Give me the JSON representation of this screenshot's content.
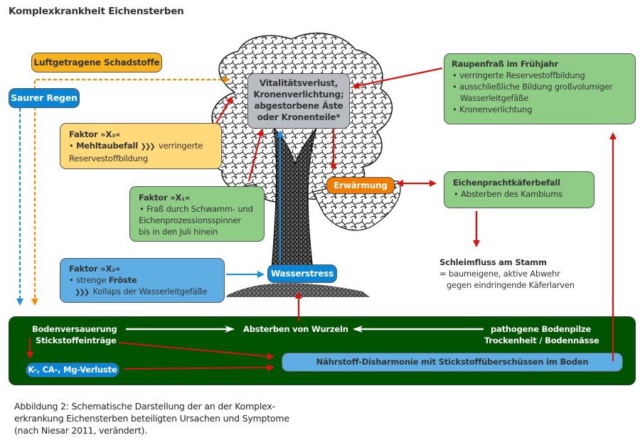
{
  "title": "Komplexkrankheit Eichensterben",
  "colors": {
    "orange_box": "#F7B21C",
    "yellow_box": "#FFD97A",
    "green_box": "#8FCC86",
    "blue_box": "#0A85D6",
    "light_blue_box": "#5FAEE3",
    "gray_box": "#B9BCC0",
    "erwaermung": "#F07D00",
    "soil": "#005300",
    "arrow_red": "#D9140F",
    "arrow_blue": "#1E90DC",
    "arrow_orange": "#F08A0A"
  },
  "boxes": {
    "luftgetragene": "Luftgetragene Schadstoffe",
    "saurer_regen": "Saurer Regen",
    "vitalitaet": {
      "lines": [
        "Vitalitätsverlust,",
        "Kronenverlichtung;",
        "abgestorbene Äste",
        "oder Kronenteile*"
      ]
    },
    "raupenfrass": {
      "heading": "Raupenfraß im Frühjahr",
      "items": [
        "verringerte Reservestoffbildung",
        "ausschließliche Bildung großvolumiger",
        "Wasserleitgefäße",
        "Kronenverlichtung"
      ]
    },
    "faktor_x3": {
      "heading": "Faktor »X₃«",
      "bullet_bold": "Mehltaubefall",
      "chevrons": "❯❯❯",
      "bullet_rest": "verringerte",
      "line2": "Reservestoffbildung"
    },
    "faktor_x1": {
      "heading": "Faktor »X₁«",
      "line1": "Fraß durch Schwamm- und",
      "line2": "Eichenprozessionsspinner",
      "line3": "bis in den Juli hinein"
    },
    "faktor_x2": {
      "heading": "Faktor »X₂«",
      "bullet_plain": "strenge ",
      "bullet_bold": "Fröste",
      "chevrons": "❯❯❯",
      "line2": "Kollaps der Wasserleitgefäße"
    },
    "erwaermung": "Erwärmung",
    "eichenpracht": {
      "heading": "Eichenprachtkäferbefall",
      "item": "Absterben des Kambiums"
    },
    "wasserstress": "Wasserstress",
    "schleimfluss": {
      "heading": "Schleimfluss am Stamm",
      "line1": "= baumeigene, aktive Abwehr",
      "line2": "gegen eindringende Käferlarven"
    }
  },
  "soil": {
    "bodenversauerung": "Bodenversauerung",
    "stickstoffeintraege": "Stickstoffeinträge",
    "absterben_wurzeln": "Absterben von Wurzeln",
    "pathogene": "pathogene Bodenpilze",
    "trockenheit": "Trockenheit / Bodennässe",
    "verluste": "K-, CA-, Mg-Verluste",
    "naehrstoff": "Nährstoff-Disharmonie mit Stickstoffüberschüssen im Boden"
  },
  "caption": {
    "line1": "Abbildung 2: Schematische Darstellung der an der Komplex-",
    "line2": "erkrankung Eichensterben beteiligten Ursachen und Symptome",
    "line3": "(nach Niesar 2011, verändert)."
  },
  "bullet": "•"
}
